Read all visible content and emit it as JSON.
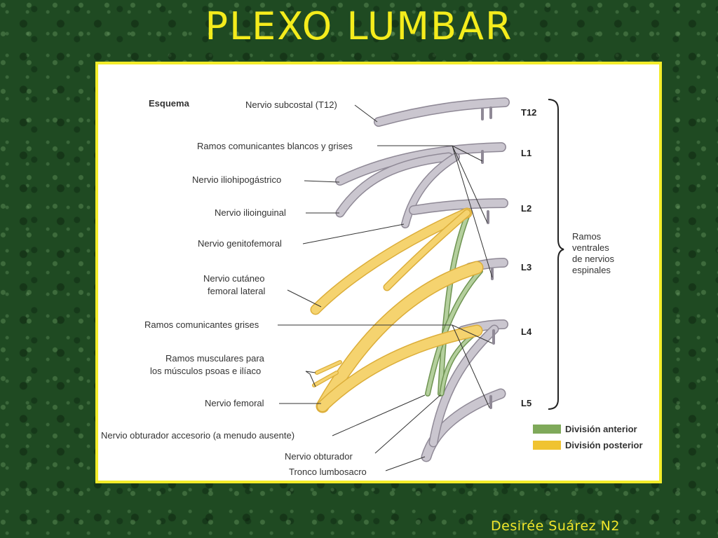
{
  "slide": {
    "title": "PLEXO LUMBAR",
    "author": "Desirée Suárez N2"
  },
  "diagram": {
    "heading": "Esquema",
    "labels": {
      "subcostal": "Nervio subcostal (T12)",
      "ramos_blancos_grises": "Ramos comunicantes blancos y grises",
      "iliohipogastrico": "Nervio iliohipogástrico",
      "ilioinguinal": "Nervio ilioinguinal",
      "genitofemoral": "Nervio genitofemoral",
      "cutaneo_line1": "Nervio cutáneo",
      "cutaneo_line2": "femoral lateral",
      "ramos_grises": "Ramos comunicantes grises",
      "musculares_line1": "Ramos musculares para",
      "musculares_line2": "los músculos psoas e ilíaco",
      "femoral": "Nervio femoral",
      "obturador_accesorio": "Nervio obturador accesorio (a menudo ausente)",
      "obturador": "Nervio obturador",
      "tronco": "Tronco lumbosacro"
    },
    "levels": [
      "T12",
      "L1",
      "L2",
      "L3",
      "L4",
      "L5"
    ],
    "bracket_label": [
      "Ramos",
      "ventrales",
      "de nervios",
      "espinales"
    ],
    "legend": [
      {
        "label": "División anterior",
        "color": "#7fa95a"
      },
      {
        "label": "División posterior",
        "color": "#f0c331"
      }
    ],
    "colors": {
      "nerve_gray": "#cac6cf",
      "posterior_yellow": "#f5d36f",
      "anterior_green": "#b4cf9d",
      "frame_border": "#f3ec2a",
      "title_color": "#f4ec1c"
    }
  }
}
